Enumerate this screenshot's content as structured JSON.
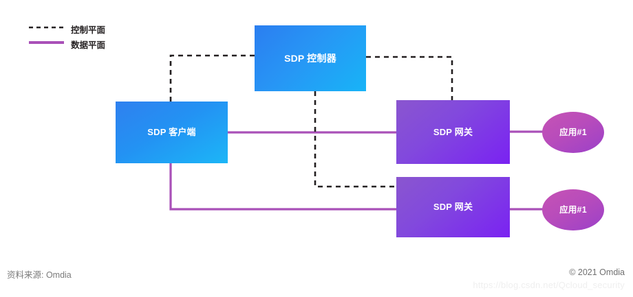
{
  "legend": {
    "items": [
      {
        "label": "控制平面",
        "style": "dashed",
        "color": "#231f20",
        "name": "control-plane"
      },
      {
        "label": "数据平面",
        "style": "solid",
        "color": "#a950b8",
        "name": "data-plane"
      }
    ]
  },
  "nodes": {
    "controller": {
      "label": "SDP 控制器",
      "shape": "rect",
      "color_from": "#2b7ef0",
      "color_to": "#18b4f7"
    },
    "client": {
      "label": "SDP 客户端",
      "shape": "rect",
      "color_from": "#2f80ef",
      "color_to": "#1cb6f7"
    },
    "gateway_top": {
      "label": "SDP 网关",
      "shape": "rect",
      "color_from": "#8a56cf",
      "color_to": "#7a22f2"
    },
    "gateway_bottom": {
      "label": "SDP 网关",
      "shape": "rect",
      "color_from": "#8a56cf",
      "color_to": "#7a22f2"
    },
    "app_top": {
      "label": "应用#1",
      "shape": "ellipse",
      "color_from": "#c653b4",
      "color_to": "#9b40c9"
    },
    "app_bottom": {
      "label": "应用#1",
      "shape": "ellipse",
      "color_from": "#c653b4",
      "color_to": "#9b40c9"
    }
  },
  "connections": [
    {
      "name": "controller-to-client",
      "plane": "control",
      "style": "dashed"
    },
    {
      "name": "controller-to-gateway-top",
      "plane": "control",
      "style": "dashed"
    },
    {
      "name": "controller-to-gateway-bottom",
      "plane": "control",
      "style": "dashed"
    },
    {
      "name": "client-to-gateway-top",
      "plane": "data",
      "style": "solid"
    },
    {
      "name": "client-to-gateway-bottom",
      "plane": "data",
      "style": "solid"
    },
    {
      "name": "gateway-top-to-app-top",
      "plane": "data",
      "style": "solid"
    },
    {
      "name": "gateway-bottom-to-app-bottom",
      "plane": "data",
      "style": "solid"
    }
  ],
  "footer": {
    "source": "资料来源: Omdia",
    "copyright": "© 2021 Omdia",
    "watermark": "https://blog.csdn.net/Qcloud_security"
  },
  "colors": {
    "control_line": "#231f20",
    "data_line": "#a950b8",
    "text_on_node": "#ffffff",
    "footer_text": "#7b7b7b"
  }
}
